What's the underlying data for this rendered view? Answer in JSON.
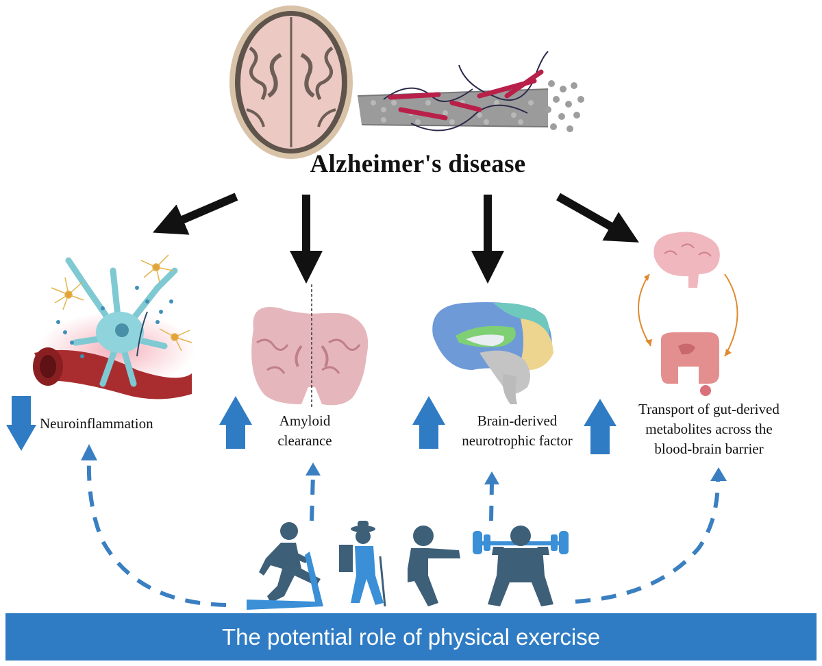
{
  "title": "Alzheimer's disease",
  "outcomes": [
    {
      "id": "neuroinflammation",
      "label_lines": [
        "Neuroinflammation"
      ],
      "effect": "decrease"
    },
    {
      "id": "amyloid-clearance",
      "label_lines": [
        "Amyloid",
        "clearance"
      ],
      "effect": "increase"
    },
    {
      "id": "bdnf",
      "label_lines": [
        "Brain-derived",
        "neurotrophic factor"
      ],
      "effect": "increase"
    },
    {
      "id": "gut-metabolites",
      "label_lines": [
        "Transport of gut-derived",
        "metabolites across the",
        "blood-brain barrier"
      ],
      "effect": "increase"
    }
  ],
  "banner": {
    "text": "The potential role of physical exercise"
  },
  "colors": {
    "banner": "#2f7cc4",
    "effect_arrow": "#2f7cc4",
    "dashed_arrow": "#3a7fc1",
    "exercise_icon": "#3d5f78",
    "equipment": "#3a8fd6",
    "black_arrow": "#111111"
  },
  "exercise_icons": [
    "treadmill-runner-icon",
    "hiker-icon",
    "squat-icon",
    "barbell-squat-icon"
  ]
}
